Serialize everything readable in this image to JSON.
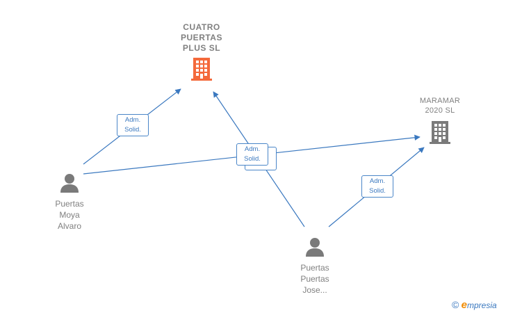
{
  "nodes": {
    "company_main": {
      "label": "CUATRO\nPUERTAS\nPLUS  SL",
      "icon": "building-icon",
      "color": "#f4693b"
    },
    "company_maramar": {
      "label": "MARAMAR\n2020  SL",
      "icon": "building-icon",
      "color": "#7a7a7a"
    },
    "person_alvaro": {
      "label": "Puertas\nMoya\nAlvaro",
      "icon": "person-icon",
      "color": "#7a7a7a"
    },
    "person_jose": {
      "label": "Puertas\nPuertas\nJose...",
      "icon": "person-icon",
      "color": "#7a7a7a"
    }
  },
  "edges": [
    {
      "from": "person_alvaro",
      "to": "company_main",
      "label": "Adm.\nSolid."
    },
    {
      "from": "person_alvaro",
      "to": "company_maramar",
      "label": ""
    },
    {
      "from": "person_jose",
      "to": "company_main",
      "label": "Adm.\nSolid."
    },
    {
      "from": "person_jose",
      "to": "company_maramar",
      "label": "Adm.\nSolid."
    }
  ],
  "edge_color": "#3a78bf",
  "footer": {
    "copyright": "©",
    "brand_initial": "e",
    "brand_rest": "mpresia"
  }
}
